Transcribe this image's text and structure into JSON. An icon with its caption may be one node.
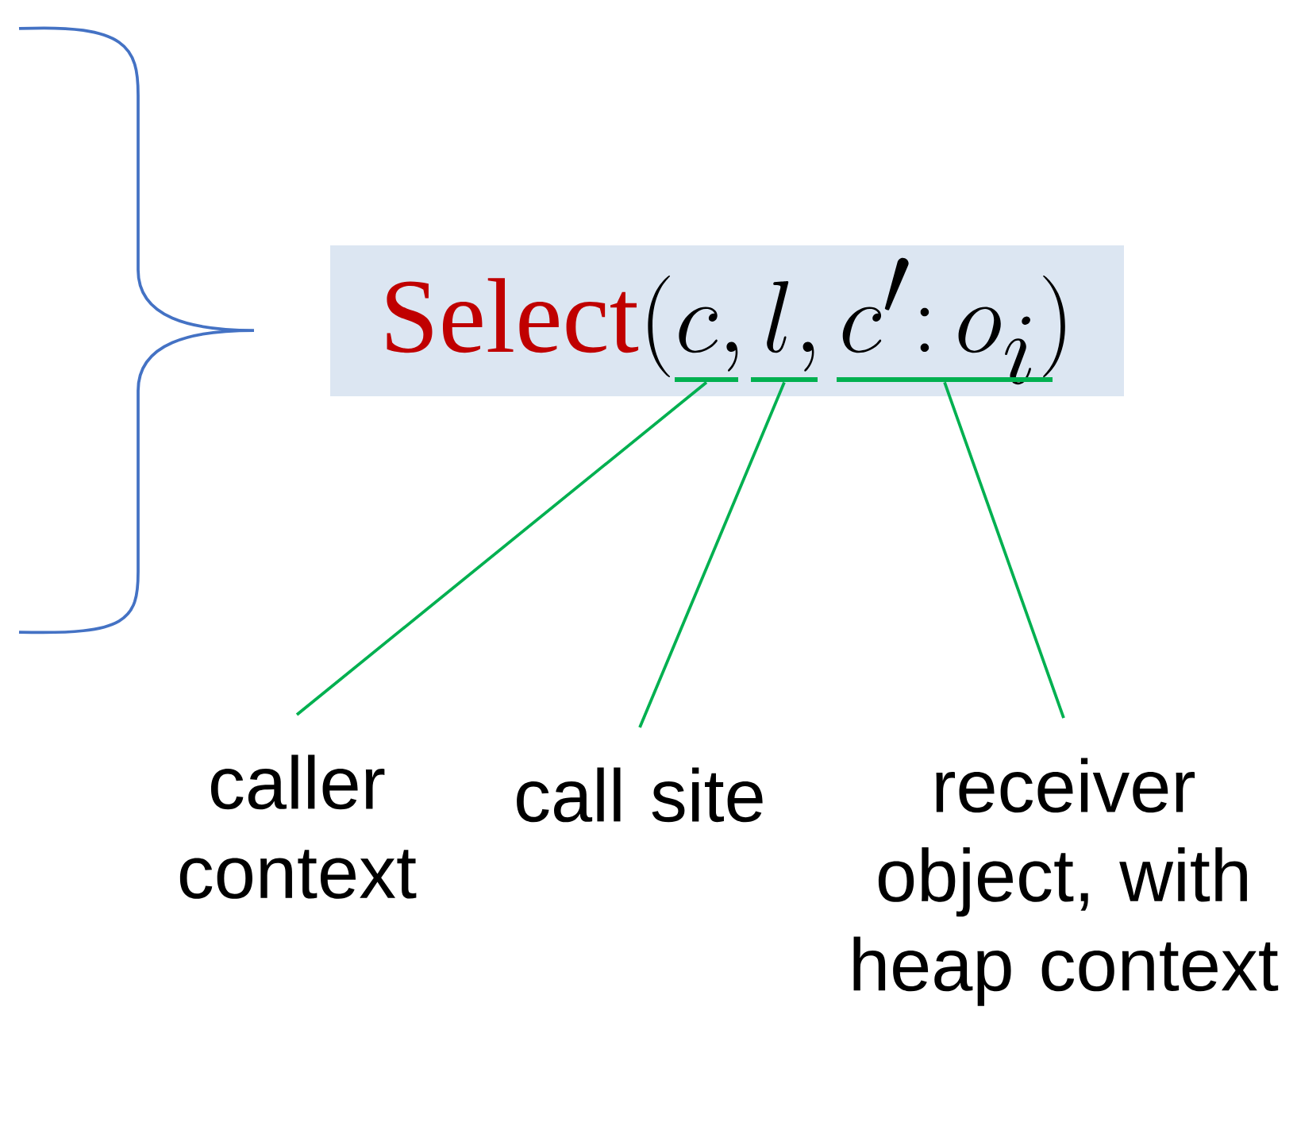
{
  "diagram": {
    "nodes": [
      {
        "text": [
          "Select",
          "(c, l, c'\\colon o_i)"
        ]
      },
      {
        "text": [],
        "shape": "bar",
        "in": 0
      },
      {
        "text": [],
        "shape": "bar",
        "in": 0
      },
      {
        "text": [],
        "shape": "bar",
        "in": 0
      },
      {
        "text": [
          "caller context"
        ]
      },
      {
        "text": [
          "call site"
        ]
      },
      {
        "text": [
          "receiver object, with heap context"
        ]
      }
    ],
    "edges": [
      {
        "from": 4,
        "to": 1,
        "arrow": "none"
      },
      {
        "from": 5,
        "to": 2,
        "arrow": "none"
      },
      {
        "from": 6,
        "to": 3,
        "arrow": "none"
      }
    ]
  }
}
